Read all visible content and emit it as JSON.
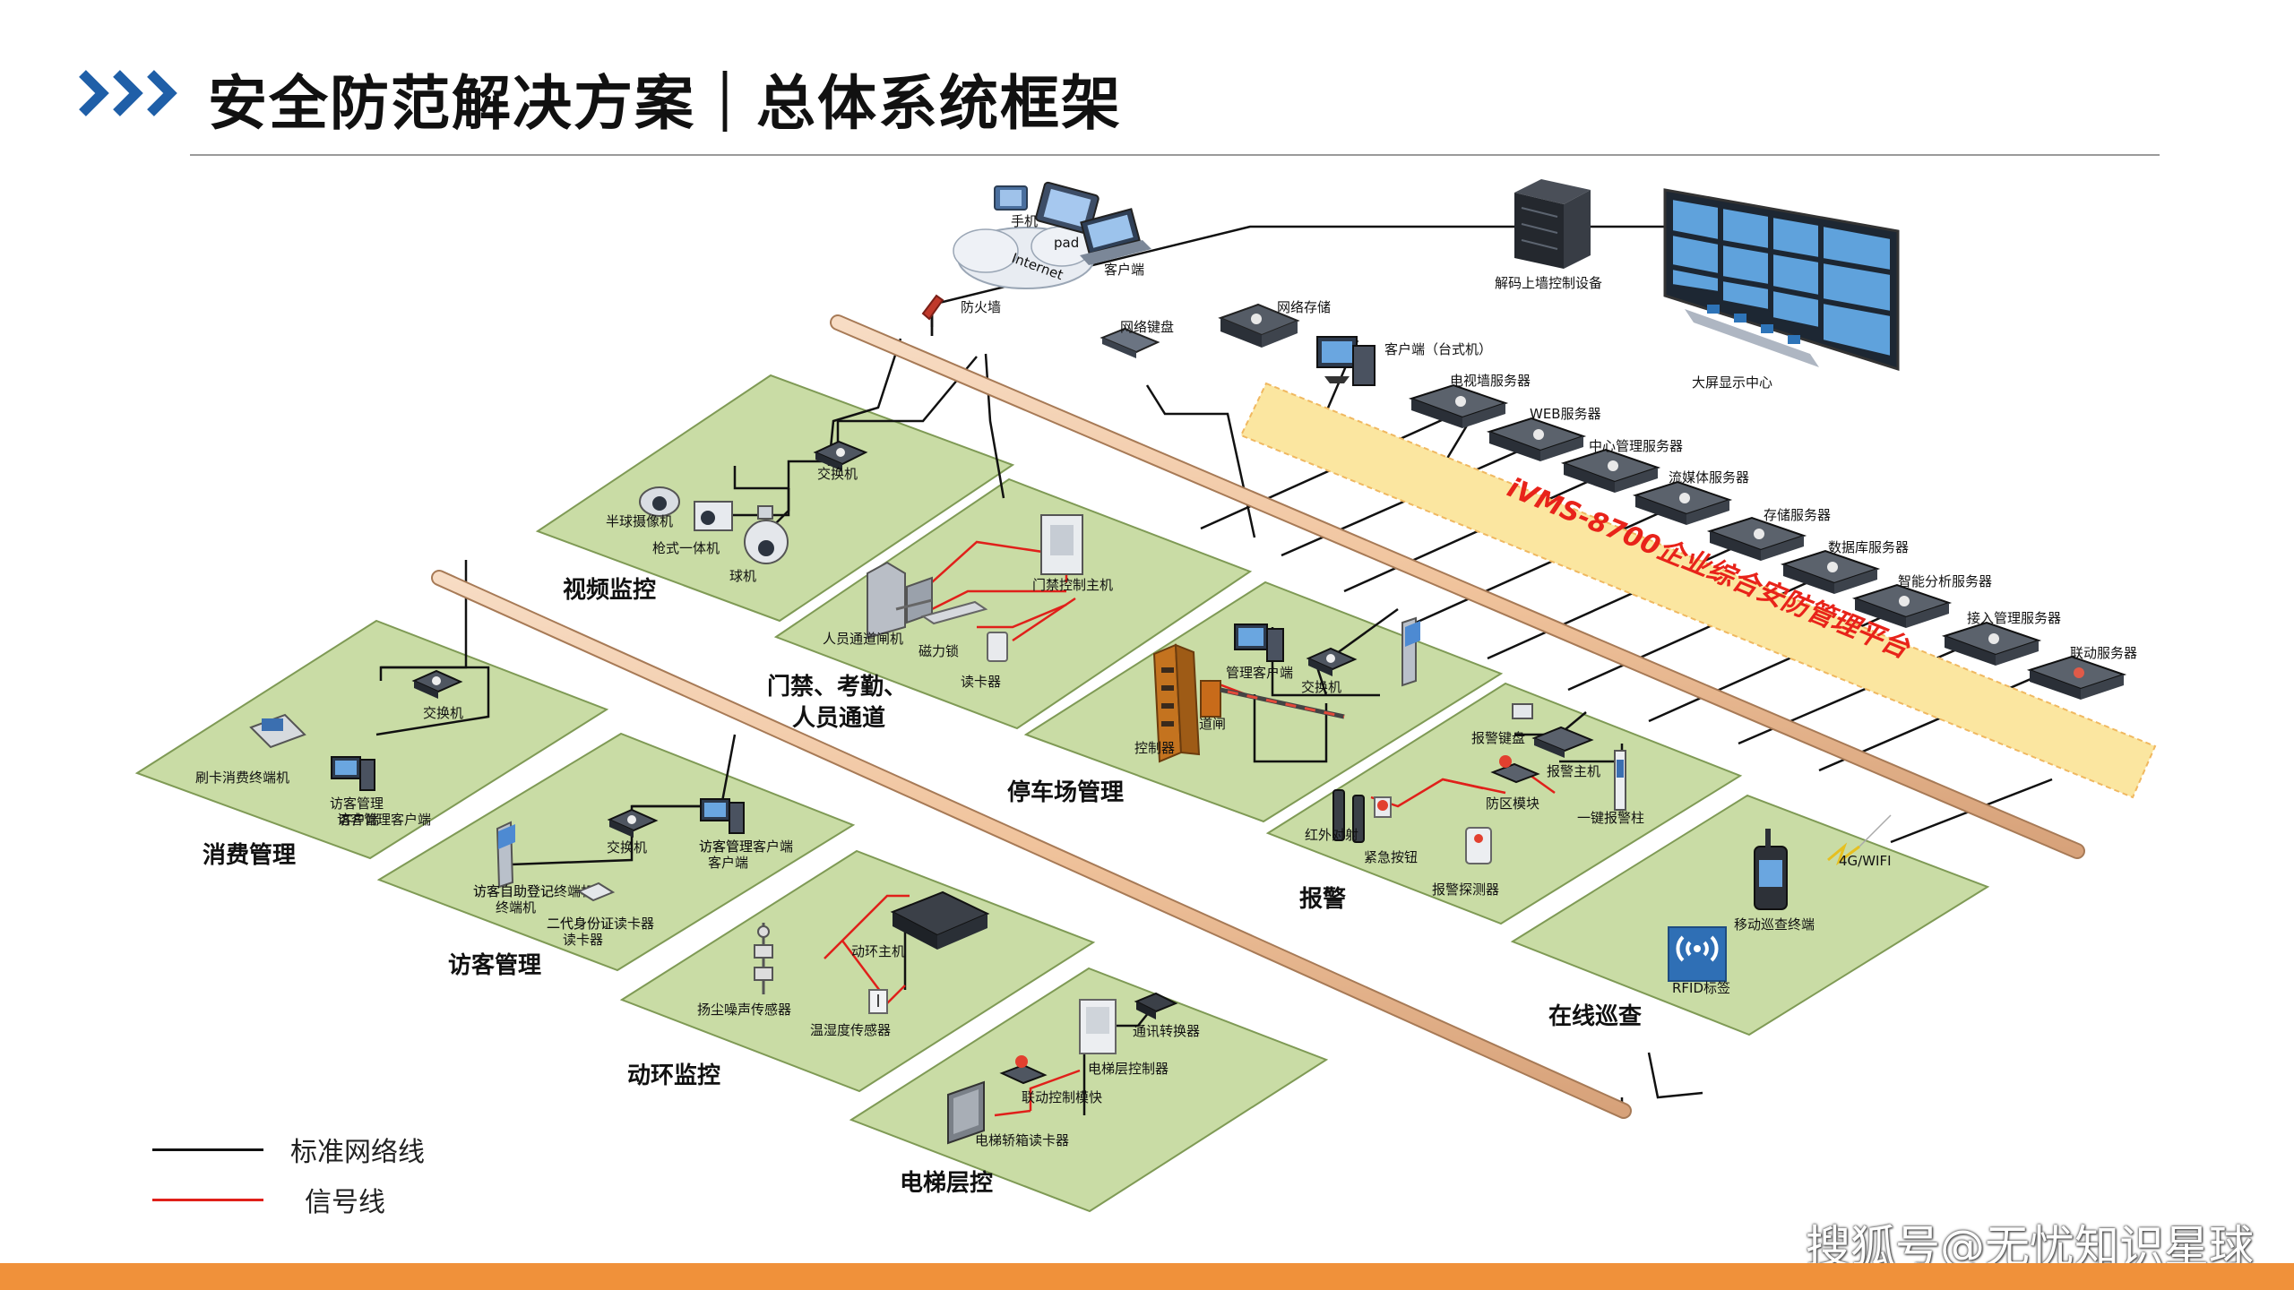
{
  "header": {
    "title": "安全防范解决方案｜总体系统框架",
    "arrow_color": "#1f5fa8"
  },
  "platform": {
    "label": "iVMS-8700企业综合安防管理平台",
    "label_color": "#e8231a",
    "band_color": "#fbe6a0"
  },
  "top": {
    "internet": "Internet",
    "phone": "手机",
    "pad": "pad",
    "client": "客户端",
    "firewall": "防火墙",
    "decoder": "解码上墙控制设备",
    "bigscreen": "大屏显示中心",
    "net_keyboard": "网络键盘",
    "net_storage": "网络存储",
    "desktop_client": "客户端（台式机）"
  },
  "servers": [
    {
      "label": "电视墙服务器"
    },
    {
      "label": "WEB服务器"
    },
    {
      "label": "中心管理服务器"
    },
    {
      "label": "流媒体服务器"
    },
    {
      "label": "存储服务器"
    },
    {
      "label": "数据库服务器"
    },
    {
      "label": "智能分析服务器"
    },
    {
      "label": "接入管理服务器"
    },
    {
      "label": "联动服务器"
    }
  ],
  "zones": {
    "video": {
      "title": "视频监控",
      "switch": "交换机",
      "dome": "半球摄像机",
      "gun": "枪式一体机",
      "ball": "球机"
    },
    "access": {
      "title_line1": "门禁、考勤、",
      "title_line2": "人员通道",
      "controller": "门禁控制主机",
      "gate": "人员通道闸机",
      "maglock": "磁力锁",
      "reader": "读卡器"
    },
    "parking": {
      "title": "停车场管理",
      "client": "管理客户端",
      "switch": "交换机",
      "barrier": "道闸",
      "controller": "控制器"
    },
    "alarm": {
      "title": "报警",
      "keyboard": "报警键盘",
      "host": "报警主机",
      "zone_module": "防区模块",
      "pillar": "一键报警柱",
      "infrared": "红外对射",
      "button": "紧急按钮",
      "detector": "报警探测器"
    },
    "consume": {
      "title": "消费管理",
      "switch": "交换机",
      "terminal": "刷卡消费终端机",
      "client": "访客管理客户端"
    },
    "visitor": {
      "title": "访客管理",
      "switch": "交换机",
      "client": "访客管理客户端",
      "kiosk": "访客自助登记终端机",
      "idreader": "二代身份证读卡器"
    },
    "env": {
      "title": "动环监控",
      "host": "动环主机",
      "dust": "扬尘噪声传感器",
      "temp": "温湿度传感器"
    },
    "elevator": {
      "title": "电梯层控",
      "converter": "通讯转换器",
      "floorctl": "电梯层控制器",
      "linkage": "联动控制模快",
      "reader": "电梯轿箱读卡器"
    },
    "patrol": {
      "title": "在线巡查",
      "terminal": "移动巡查终端",
      "wifi": "4G/WIFI",
      "rfid": "RFID标签"
    }
  },
  "legend": {
    "network_label": "标准网络线",
    "signal_label": "信号线",
    "network_color": "#111111",
    "signal_color": "#e0201a"
  },
  "watermark": "搜狐号@无忧知识星球",
  "colors": {
    "zone_fill": "#c9dca5",
    "zone_stroke": "#7f9a55",
    "pipe": "#f2c9a4",
    "footer": "#f0913a"
  }
}
